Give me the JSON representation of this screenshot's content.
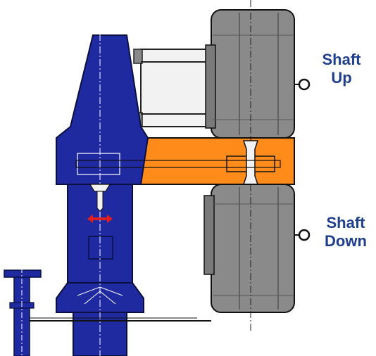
{
  "labels": {
    "shaft_up": [
      "Shaft",
      "Up"
    ],
    "shaft_down": [
      "Shaft",
      "Down"
    ]
  },
  "colors": {
    "pump_body": "#1f2aa0",
    "pump_outline": "#0a0f40",
    "motor": "#8a8a8a",
    "motor_dark": "#6b6b6b",
    "coupling": "#ff8c1a",
    "arrow": "#e02020",
    "label_text": "#1f3f8c",
    "line": "#222222"
  },
  "icons": {
    "direction_arrow": "double-arrow-icon",
    "motor_eyebolt": "lifting-eye-icon"
  }
}
